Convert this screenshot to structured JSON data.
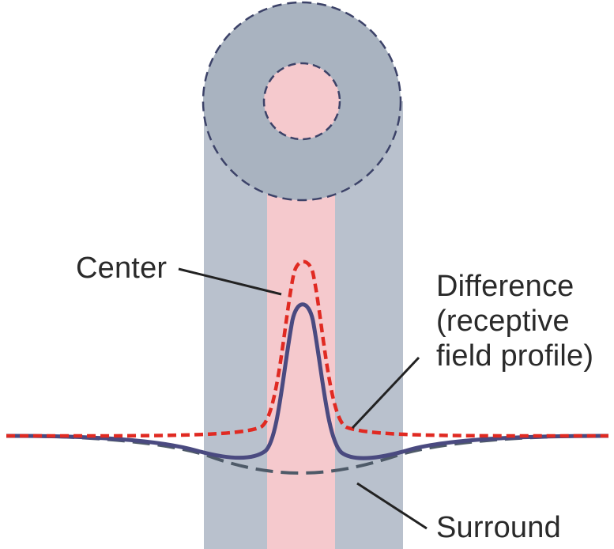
{
  "labels": {
    "center": "Center",
    "difference": [
      "Difference",
      "(receptive",
      "field profile)"
    ],
    "surround": "Surround"
  },
  "colors": {
    "surround_fill": "#b9c1cd",
    "center_fill": "#f5c9cd",
    "ring_fill": "#a9b3c0",
    "dash_outline": "#3c4268",
    "center_curve": "#e02a22",
    "difference_curve": "#4a4a80",
    "surround_curve": "#4e5a68",
    "leader_line": "#222222"
  },
  "curves": {
    "center": "Center Gaussian (red dashed)",
    "difference": "Difference / receptive field profile (solid)",
    "surround": "Surround Gaussian (dashed, inverted)"
  }
}
